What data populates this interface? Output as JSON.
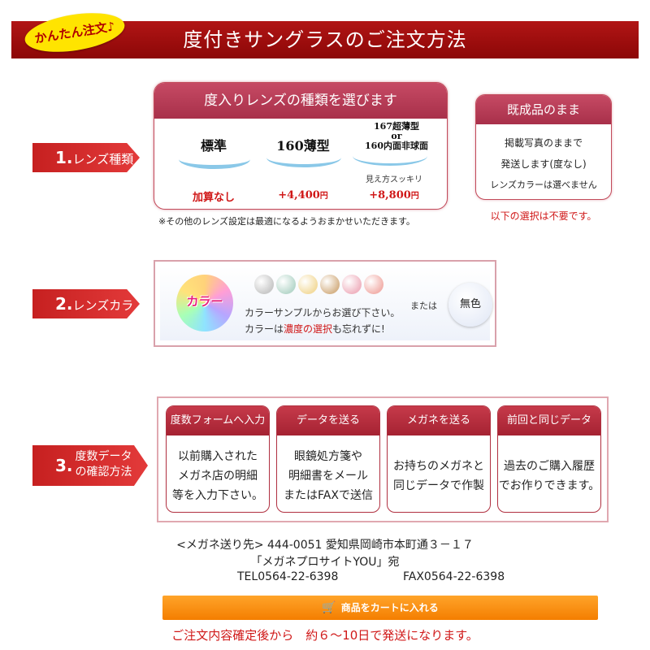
{
  "header": {
    "badge": "かんたん注文♪",
    "title": "度付きサングラスのご注文方法"
  },
  "step1": {
    "label_num": "1.",
    "label": "レンズ種類",
    "box_title": "度入りレンズの種類を選びます",
    "lenses": [
      {
        "name": "標準",
        "price": "加算なし",
        "price_unit": ""
      },
      {
        "name": "160薄型",
        "price": "+4,400",
        "price_unit": "円"
      },
      {
        "name_lines": [
          "167超薄型",
          "or",
          "160内面非球面"
        ],
        "note": "見え方スッキリ",
        "price": "+8,800",
        "price_unit": "円"
      }
    ],
    "footnote": "※その他のレンズ設定は最適になるようおまかせいただきます。",
    "standard": {
      "title": "既成品のまま",
      "lines": [
        "掲載写真のままで",
        "発送します(度なし)",
        "レンズカラーは選べません"
      ],
      "note": "以下の選択は不要です。"
    }
  },
  "step2": {
    "label_num": "2.",
    "label": "レンズカラー",
    "color_label": "カラー",
    "swatches": [
      "#c9c9c9",
      "#b8d8cc",
      "#f3dca0",
      "#d6b48a",
      "#f0b5c2",
      "#f2b2ad"
    ],
    "desc_line1": "カラーサンプルからお選び下さい。",
    "desc_line2_pre": "カラーは",
    "desc_line2_em": "濃度の選択",
    "desc_line2_post": "も忘れずに!",
    "or": "または",
    "colorless": "無色"
  },
  "step3": {
    "label_num": "3.",
    "label_line1": "度数データ",
    "label_line2": "の確認方法",
    "methods": [
      {
        "title": "度数フォームへ入力",
        "lines": [
          "以前購入された",
          "メガネ店の明細",
          "等を入力下さい。"
        ]
      },
      {
        "title": "データを送る",
        "lines": [
          "眼鏡処方箋や",
          "明細書をメール",
          "またはFAXで送信"
        ]
      },
      {
        "title": "メガネを送る",
        "lines": [
          "お持ちのメガネと",
          "同じデータで作製"
        ]
      },
      {
        "title": "前回と同じデータ",
        "lines": [
          "過去のご購入履歴",
          "でお作りできます。"
        ]
      }
    ]
  },
  "address": {
    "line1": "<メガネ送り先> 444-0051 愛知県岡崎市本町通３－１７",
    "line2": "「メガネプロサイトYOU」宛",
    "tel": "TEL0564-22-6398",
    "fax": "FAX0564-22-6398"
  },
  "cart_button": "商品をカートに入れる",
  "footer_note": "ご注文内容確定後から　約６〜10日で発送になります。"
}
